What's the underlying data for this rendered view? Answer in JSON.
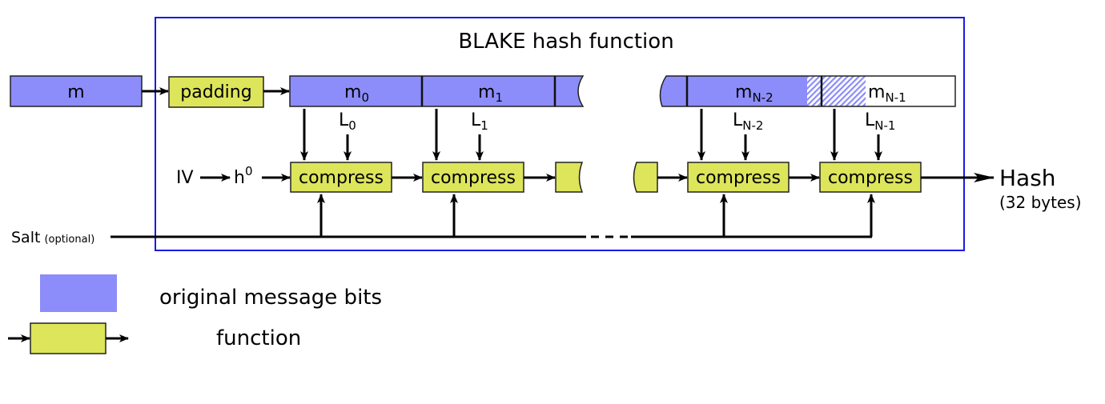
{
  "title": "BLAKE hash function",
  "colors": {
    "message": "#8c8cfa",
    "function": "#dde55a",
    "frame": "#1a1ae6",
    "line": "#000000"
  },
  "input": {
    "label": "m"
  },
  "padding": {
    "label": "padding"
  },
  "blocks": [
    {
      "base": "m",
      "sub": "0"
    },
    {
      "base": "m",
      "sub": "1"
    },
    {
      "base": "m",
      "sub": "N-2"
    },
    {
      "base": "m",
      "sub": "N-1"
    }
  ],
  "counters": [
    {
      "base": "L",
      "sub": "0"
    },
    {
      "base": "L",
      "sub": "1"
    },
    {
      "base": "L",
      "sub": "N-2"
    },
    {
      "base": "L",
      "sub": "N-1"
    }
  ],
  "compress_label": "compress",
  "iv": {
    "label": "IV",
    "h_base": "h",
    "h_sup": "0"
  },
  "salt": {
    "label": "Salt",
    "note": "(optional)"
  },
  "output": {
    "label": "Hash",
    "size": "(32 bytes)"
  },
  "legend": [
    {
      "label": "original message bits"
    },
    {
      "label": "function"
    }
  ]
}
